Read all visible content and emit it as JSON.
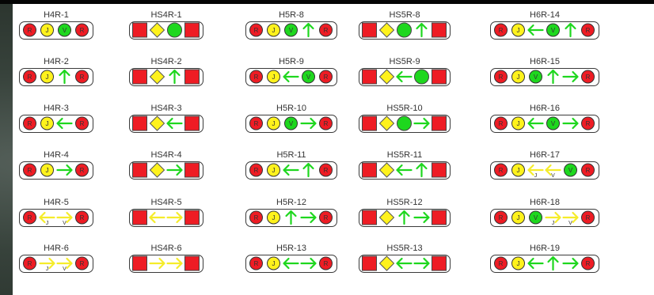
{
  "colors": {
    "red": "#ee1c24",
    "yellow": "#fff21c",
    "green": "#1ed71e",
    "arrow_green": "#1ed71e",
    "arrow_yellow": "#f5ec2a",
    "symbol_label": "#333333"
  },
  "columns": [
    {
      "type": "circle",
      "items": [
        {
          "name": "H4R-1",
          "seq": [
            "R",
            "J",
            "V",
            "R"
          ]
        },
        {
          "name": "H4R-2",
          "seq": [
            "R",
            "J",
            "up-g",
            "R"
          ]
        },
        {
          "name": "H4R-3",
          "seq": [
            "R",
            "J",
            "left-g",
            "R"
          ]
        },
        {
          "name": "H4R-4",
          "seq": [
            "R",
            "J",
            "right-g",
            "R"
          ]
        },
        {
          "name": "H4R-5",
          "seq": [
            "R",
            "left-y-J",
            "right-y-V",
            "R"
          ]
        },
        {
          "name": "H4R-6",
          "seq": [
            "R",
            "right-y-J",
            "right-y-V",
            "R"
          ]
        }
      ]
    },
    {
      "type": "square",
      "items": [
        {
          "name": "HS4R-1",
          "seq": [
            "R",
            "J",
            "V",
            "R"
          ]
        },
        {
          "name": "HS4R-2",
          "seq": [
            "R",
            "J",
            "up-g",
            "R"
          ]
        },
        {
          "name": "HS4R-3",
          "seq": [
            "R",
            "J",
            "left-g",
            "R"
          ]
        },
        {
          "name": "HS4R-4",
          "seq": [
            "R",
            "J",
            "right-g",
            "R"
          ]
        },
        {
          "name": "HS4R-5",
          "seq": [
            "R",
            "left-y",
            "right-y",
            "R"
          ]
        },
        {
          "name": "HS4R-6",
          "seq": [
            "R",
            "right-y",
            "right-y",
            "R"
          ]
        }
      ]
    },
    {
      "type": "circle",
      "items": [
        {
          "name": "H5R-8",
          "seq": [
            "R",
            "J",
            "V",
            "up-g",
            "R"
          ]
        },
        {
          "name": "H5R-9",
          "seq": [
            "R",
            "J",
            "left-g",
            "V",
            "R"
          ]
        },
        {
          "name": "H5R-10",
          "seq": [
            "R",
            "J",
            "V",
            "right-g",
            "R"
          ]
        },
        {
          "name": "H5R-11",
          "seq": [
            "R",
            "J",
            "left-g",
            "up-g",
            "R"
          ]
        },
        {
          "name": "H5R-12",
          "seq": [
            "R",
            "J",
            "up-g",
            "right-g",
            "R"
          ]
        },
        {
          "name": "H5R-13",
          "seq": [
            "R",
            "J",
            "left-g",
            "right-g",
            "R"
          ]
        }
      ]
    },
    {
      "type": "square",
      "items": [
        {
          "name": "HS5R-8",
          "seq": [
            "R",
            "J",
            "V",
            "up-g",
            "R"
          ]
        },
        {
          "name": "HS5R-9",
          "seq": [
            "R",
            "J",
            "left-g",
            "V",
            "R"
          ]
        },
        {
          "name": "HS5R-10",
          "seq": [
            "R",
            "J",
            "V",
            "right-g",
            "R"
          ]
        },
        {
          "name": "HS5R-11",
          "seq": [
            "R",
            "J",
            "left-g",
            "up-g",
            "R"
          ]
        },
        {
          "name": "HS5R-12",
          "seq": [
            "R",
            "J",
            "up-g",
            "right-g",
            "R"
          ]
        },
        {
          "name": "HS5R-13",
          "seq": [
            "R",
            "J",
            "left-g",
            "right-g",
            "R"
          ]
        }
      ]
    },
    {
      "type": "circle",
      "items": [
        {
          "name": "H6R-14",
          "seq": [
            "R",
            "J",
            "left-g",
            "V",
            "up-g",
            "R"
          ]
        },
        {
          "name": "H6R-15",
          "seq": [
            "R",
            "J",
            "V",
            "up-g",
            "right-g",
            "R"
          ]
        },
        {
          "name": "H6R-16",
          "seq": [
            "R",
            "J",
            "left-g",
            "V",
            "right-g",
            "R"
          ]
        },
        {
          "name": "H6R-17",
          "seq": [
            "R",
            "J",
            "left-y-J",
            "left-y-V",
            "V",
            "R"
          ]
        },
        {
          "name": "H6R-18",
          "seq": [
            "R",
            "J",
            "V",
            "right-y-J",
            "right-y-V",
            "R"
          ]
        },
        {
          "name": "H6R-19",
          "seq": [
            "R",
            "J",
            "left-g",
            "up-g",
            "right-g",
            "R"
          ]
        }
      ]
    }
  ]
}
